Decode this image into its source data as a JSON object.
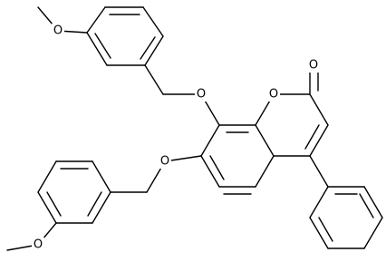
{
  "structure": {
    "atoms": {
      "o_methoxy_top": "O",
      "o_benzyloxy_8": "O",
      "o_ring": "O",
      "o_carbonyl": "O",
      "o_benzyloxy_7": "O",
      "o_methoxy_bottom": "O"
    }
  }
}
